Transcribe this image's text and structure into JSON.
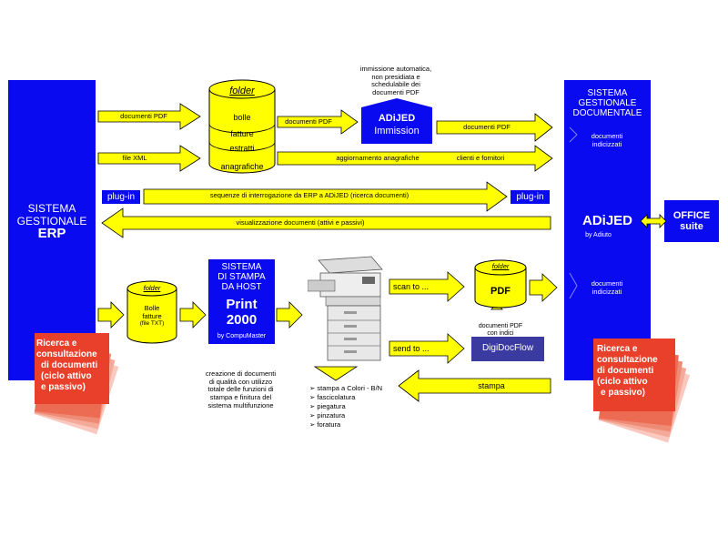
{
  "erp": {
    "l1": "SISTEMA",
    "l2": "GESTIONALE",
    "l3": "ERP"
  },
  "sgd": {
    "l1": "SISTEMA",
    "l2": "GESTIONALE",
    "l3": "DOCUMENTALE",
    "idx1a": "documenti",
    "idx1b": "indicizzati",
    "idx2a": "documenti",
    "idx2b": "indicizzati",
    "brand": "ADiJED",
    "by": "by Adiuto"
  },
  "office": {
    "l1": "OFFICE",
    "l2": "suite"
  },
  "folder_main": {
    "title": "folder",
    "items": [
      "bolle",
      "fatture",
      "estratti",
      "anagrafiche"
    ]
  },
  "immission": {
    "note1": "immissione automatica,",
    "note2": "non presidiata e",
    "note3": "schedulabile dei",
    "note4": "documenti PDF",
    "brand": "ADiJED",
    "sub": "Immission"
  },
  "arrows": {
    "docpdf1": "documenti PDF",
    "filexml": "file XML",
    "docpdf2": "documenti PDF",
    "docpdf3": "documenti PDF",
    "anag": "aggiornamento anagrafiche",
    "clienti": "clienti e fornitori",
    "seq": "sequenze di interrogazione da ERP a ADiJED (ricerca documenti)",
    "vis": "visualizzazione documenti (attivi e passivi)",
    "scan": "scan to ...",
    "send": "send to ...",
    "stampa": "stampa"
  },
  "plugin": {
    "left": "plug-in",
    "right": "plug-in"
  },
  "folder_small": {
    "title": "folder",
    "l1": "Bolle",
    "l2": "fatture",
    "l3": "(file TXT)"
  },
  "print": {
    "l1": "SISTEMA",
    "l2": "DI STAMPA",
    "l3": "DA HOST",
    "brand1": "Print",
    "brand2": "2000",
    "by": "by CompuMaster"
  },
  "print_desc": [
    "creazione di documenti",
    "di qualità con utilizzo",
    "totale delle funzioni di",
    "stampa e finitura del",
    "sistema multifunzione"
  ],
  "features": [
    "stampa a Colori - B/N",
    "fascicolatura",
    "piegatura",
    "pinzatura",
    "foratura"
  ],
  "folder_pdf": {
    "title": "folder",
    "label": "PDF"
  },
  "pdf_idx": {
    "l1": "documenti PDF",
    "l2": "con indici"
  },
  "digidoc": {
    "label": "DigiDocFlow"
  },
  "ricerca_left": [
    "Ricerca e",
    "consultazione",
    "di documenti",
    "(ciclo attivo",
    "e passivo)"
  ],
  "ricerca_right": [
    "Ricerca e",
    "consultazione",
    "di documenti",
    "(ciclo attivo",
    "e passivo)"
  ],
  "colors": {
    "blue": "#0a0af0",
    "yellow": "#ffff00",
    "red": "#e8402a",
    "navy": "#3a3aa0"
  }
}
